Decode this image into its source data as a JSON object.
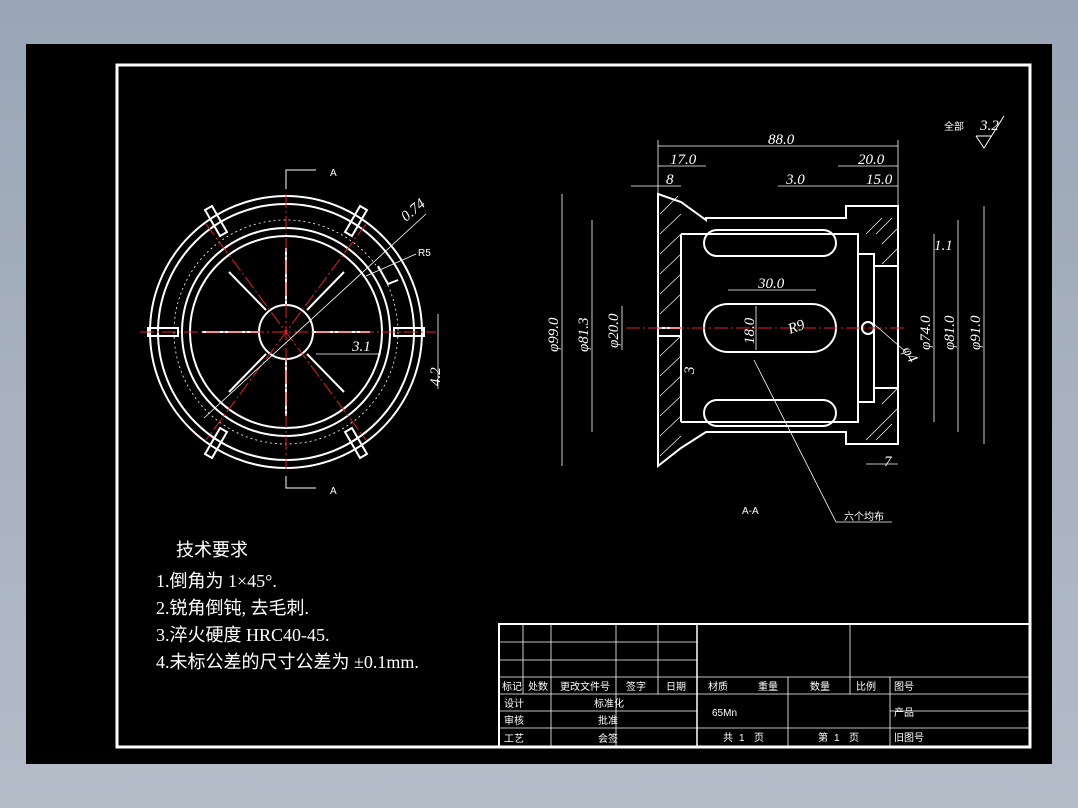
{
  "roughness": {
    "label": "全部",
    "value": "3.2"
  },
  "section": {
    "mark": "A",
    "title": "A-A"
  },
  "front_dims": {
    "d_small": "0.74",
    "d_r": "R5",
    "d_31": "3.1",
    "d_42": "4.2"
  },
  "section_dims": {
    "d880": "88.0",
    "d170": "17.0",
    "d8": "8",
    "d200": "20.0",
    "d30": "3.0",
    "d150": "15.0",
    "d11": "1.1",
    "d300": "30.0",
    "d180": "18.0",
    "r9": "R9",
    "d3": "3",
    "phi990": "φ99.0",
    "phi813": "φ81.3",
    "phi200": "φ20.0",
    "phi740": "φ74.0",
    "phi810": "φ81.0",
    "phi910": "φ91.0",
    "phi4": "φ4",
    "d7": "7",
    "leader": "六个均布"
  },
  "requirements": {
    "title": "技术要求",
    "items": [
      "1.倒角为 1×45°.",
      "2.锐角倒钝, 去毛刺.",
      "3.淬火硬度 HRC40-45.",
      "4.未标公差的尺寸公差为 ±0.1mm."
    ]
  },
  "title_block": {
    "biaoji": "标记",
    "chushu": "处数",
    "genggai": "更改文件号",
    "qianzi": "签字",
    "riqi": "日期",
    "sheji": "设计",
    "biaozhunhua": "标准化",
    "shenhe": "审核",
    "pizhun": "批准",
    "gongyi": "工艺",
    "huiqian": "会签",
    "cailiao": "材质",
    "zhongliang": "重量",
    "shuliang": "数量",
    "bili": "比例",
    "tuhao": "图号",
    "material": "65Mn",
    "chanpin": "产品",
    "gong": "共",
    "gong_n": "1",
    "ye1": "页",
    "di": "第",
    "di_n": "1",
    "ye2": "页",
    "jiutuhao": "旧图号"
  }
}
